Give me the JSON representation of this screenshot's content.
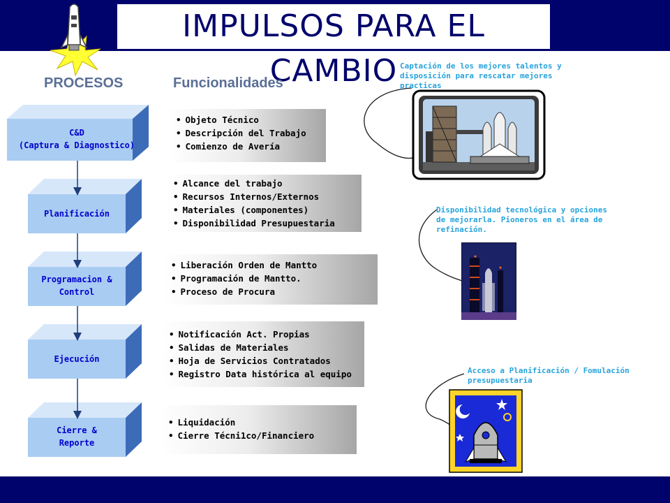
{
  "header": {
    "title": "IMPULSOS PARA EL CAMBIO"
  },
  "columns": {
    "processes": "PROCESOS",
    "functionalities": "Funcionalidades"
  },
  "processes": [
    {
      "line1": "C&D",
      "line2": "(Captura & Diagnostico)"
    },
    {
      "line1": "Planificación",
      "line2": ""
    },
    {
      "line1": "Programacion &",
      "line2": "Control"
    },
    {
      "line1": "Ejecución",
      "line2": ""
    },
    {
      "line1": "Cierre &",
      "line2": "Reporte"
    }
  ],
  "functionalities": [
    {
      "items": [
        "Objeto Técnico",
        "Descripción del Trabajo",
        "Comienzo de Avería"
      ]
    },
    {
      "items": [
        "Alcance del trabajo",
        "Recursos Internos/Externos",
        "Materiales (componentes)",
        "Disponibilidad Presupuestaria"
      ]
    },
    {
      "items": [
        "Liberación Orden de Mantto",
        "Programación de Mantto.",
        "Proceso de Procura"
      ]
    },
    {
      "items": [
        "Notificación Act. Propias",
        "Salidas de Materiales",
        "Hoja de Servicios Contratados",
        "Registro Data histórica al equipo"
      ]
    },
    {
      "items": [
        "Liquidación",
        "Cierre Técni1co/Financiero"
      ]
    }
  ],
  "notes": {
    "talent": {
      "line1": "Captación de los mejores talentos y",
      "line2": "disposición para rescatar mejores",
      "line3": "practicas"
    },
    "tech": {
      "line1": "Disponibilidad tecnológica y opciones",
      "line2": "de mejorarla. Pioneros en el  área de",
      "line3": "refinación."
    },
    "budget": {
      "line1": "Acceso a Planificación / Fomulación",
      "line2": "presupuestaria"
    }
  },
  "icons": {
    "logo": "rocket-burst-icon",
    "picture1": "space-shuttle-launchpad-tv-icon",
    "picture2": "night-launch-tower-icon",
    "picture3": "rocket-stars-moon-icon"
  },
  "colors": {
    "header": "#00036b",
    "process_front": "#a9ccf2",
    "process_side": "#3c6cb8",
    "process_text": "#0000cc",
    "note_text": "#27a3db",
    "headings": "#5a6f96"
  }
}
